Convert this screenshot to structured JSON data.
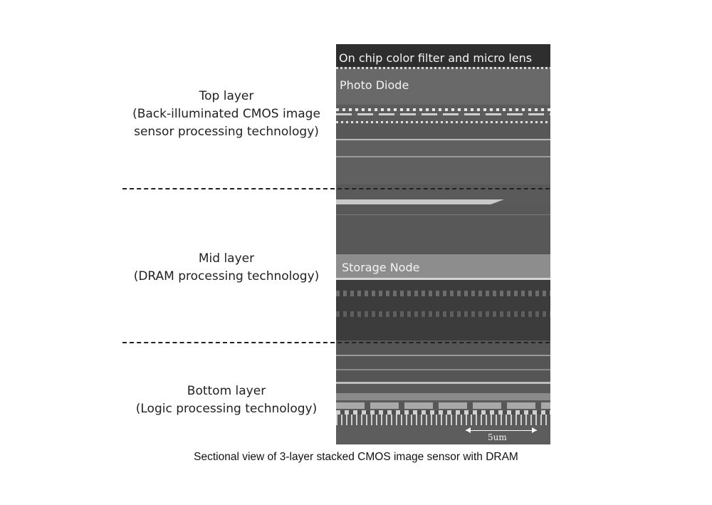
{
  "labels": {
    "top": {
      "line1": "Top layer",
      "line2": "(Back-illuminated CMOS image",
      "line3": "sensor processing technology)"
    },
    "mid": {
      "line1": "Mid layer",
      "line2": "(DRAM processing technology)"
    },
    "bottom": {
      "line1": "Bottom layer",
      "line2": "(Logic processing technology)"
    }
  },
  "micrograph": {
    "color_filter_label": "On chip color filter and micro lens",
    "photo_diode_label": "Photo Diode",
    "storage_node_label": "Storage Node",
    "scale_label": "5um"
  },
  "caption": "Sectional view of 3-layer stacked CMOS image sensor with DRAM"
}
